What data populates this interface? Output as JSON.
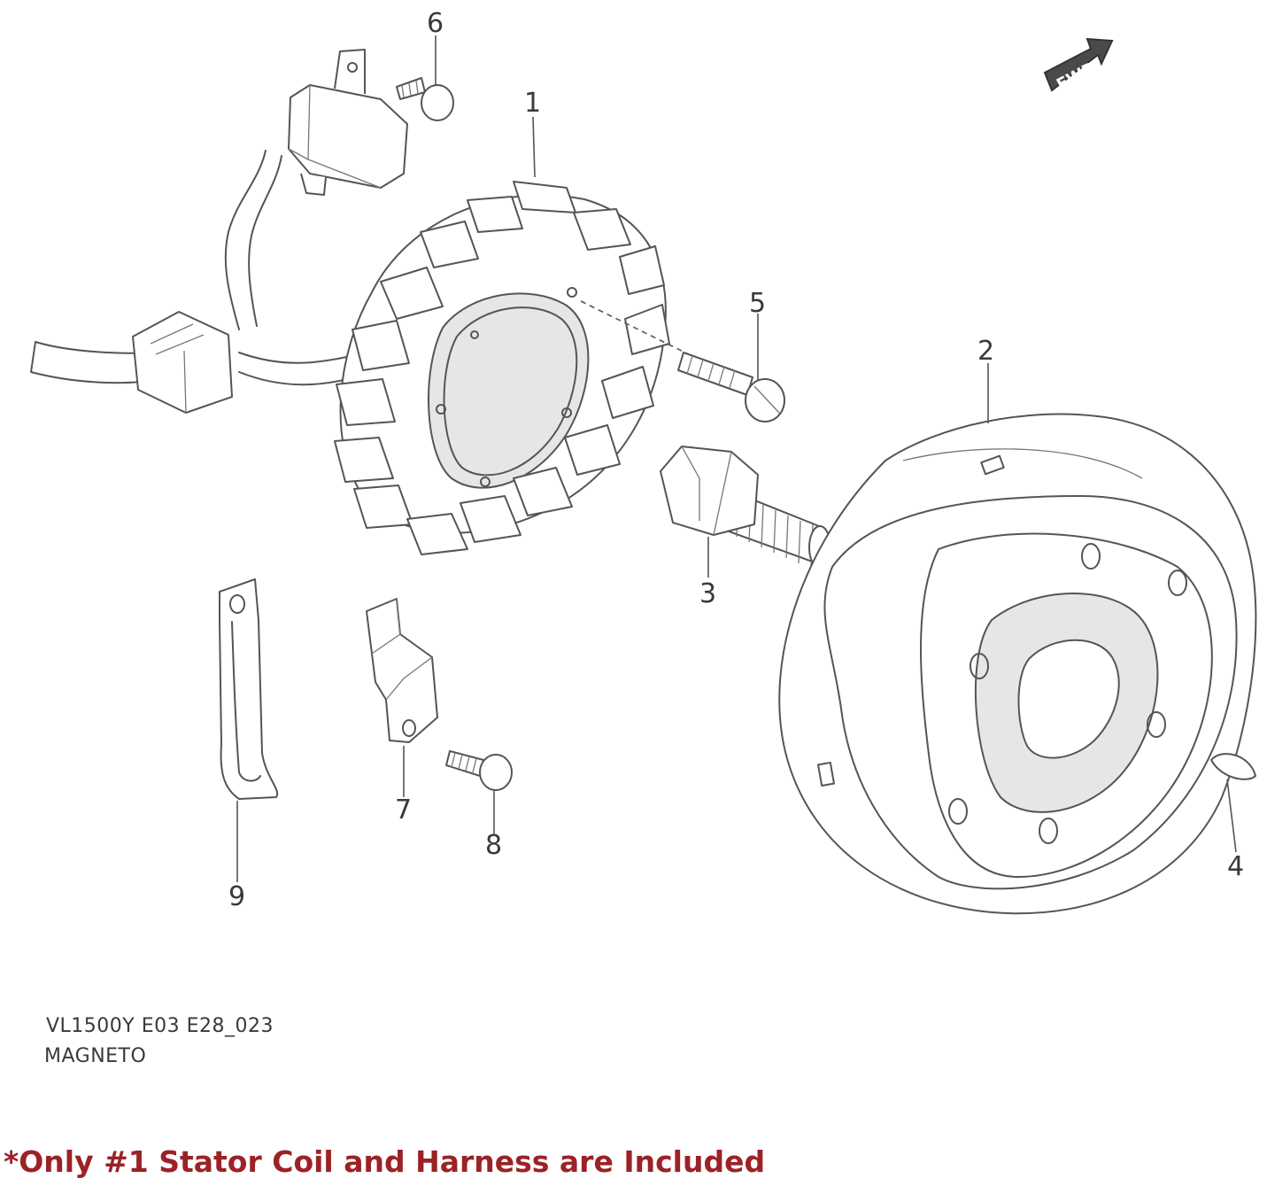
{
  "diagram": {
    "forward_marker": "FWD",
    "callouts": [
      "1",
      "2",
      "3",
      "4",
      "5",
      "6",
      "7",
      "8",
      "9"
    ],
    "model_code": "VL1500Y E03 E28_023",
    "group_name": "MAGNETO"
  },
  "note": "*Only #1 Stator Coil and Harness are Included",
  "colors": {
    "note": "#9b2226",
    "line": "#555555",
    "text": "#3a3a3a"
  }
}
